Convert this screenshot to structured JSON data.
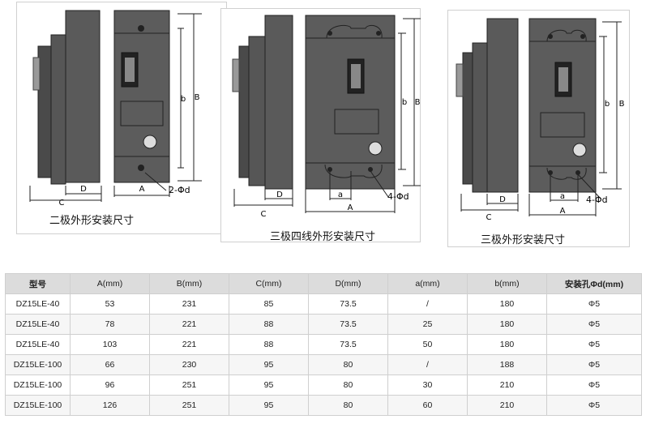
{
  "diagrams": [
    {
      "caption": "二极外形安装尺寸",
      "dims": {
        "a": "",
        "b": "b",
        "B": "B",
        "A": "A",
        "C": "C",
        "D": "D",
        "hole": "2-Φd"
      }
    },
    {
      "caption": "三极四线外形安装尺寸",
      "dims": {
        "a": "a",
        "b": "b",
        "B": "B",
        "A": "A",
        "C": "C",
        "D": "D",
        "hole": "4-Φd"
      }
    },
    {
      "caption": "三极外形安装尺寸",
      "dims": {
        "a": "a",
        "b": "b",
        "B": "B",
        "A": "A",
        "C": "C",
        "D": "D",
        "hole": "4-Φd"
      }
    }
  ],
  "table": {
    "headers": [
      "型号",
      "A(mm)",
      "B(mm)",
      "C(mm)",
      "D(mm)",
      "a(mm)",
      "b(mm)",
      "安装孔Φd(mm)"
    ],
    "rows": [
      [
        "DZ15LE-40",
        "53",
        "231",
        "85",
        "73.5",
        "/",
        "180",
        "Φ5"
      ],
      [
        "DZ15LE-40",
        "78",
        "221",
        "88",
        "73.5",
        "25",
        "180",
        "Φ5"
      ],
      [
        "DZ15LE-40",
        "103",
        "221",
        "88",
        "73.5",
        "50",
        "180",
        "Φ5"
      ],
      [
        "DZ15LE-100",
        "66",
        "230",
        "95",
        "80",
        "/",
        "188",
        "Φ5"
      ],
      [
        "DZ15LE-100",
        "96",
        "251",
        "95",
        "80",
        "30",
        "210",
        "Φ5"
      ],
      [
        "DZ15LE-100",
        "126",
        "251",
        "95",
        "80",
        "60",
        "210",
        "Φ5"
      ]
    ]
  },
  "colors": {
    "body": "#565656",
    "body_dark": "#3e3e3e",
    "line": "#222222",
    "header_bg": "#dcdcdc"
  }
}
